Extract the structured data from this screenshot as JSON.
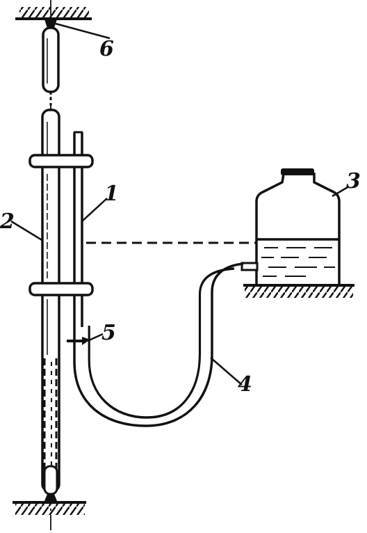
{
  "labels": {
    "tube_1": "1",
    "rod_2": "2",
    "vessel_3": "3",
    "hose_4": "4",
    "clamp_5": "5",
    "mount_6": "6"
  }
}
